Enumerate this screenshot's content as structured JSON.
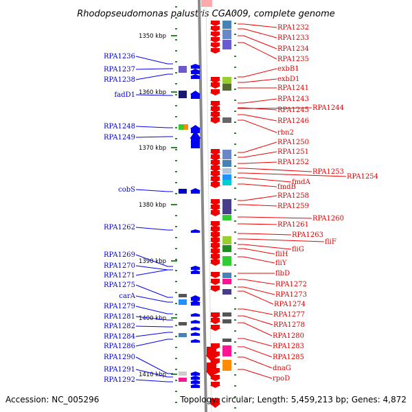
{
  "title": "Rhodopseudomonas palustris CGA009, complete genome",
  "footer": {
    "accession": "Accession: NC_005296",
    "topology": "Topology: circular; Length: 5,459,213 bp; Genes: 4,872"
  },
  "colors": {
    "forward_strand": "#0000ee",
    "reverse_strand": "#ee0000",
    "backbone": "#8a8a8a",
    "tick": "#228b22"
  },
  "scale_labels": [
    "1350 kbp",
    "1360 kbp",
    "1370 kbp",
    "1380 kbp",
    "1390 kbp",
    "1400 kbp",
    "1410 kbp"
  ],
  "forward_genes": [
    "RPA1236",
    "RPA1237",
    "RPA1238",
    "fadD1",
    "RPA1248",
    "RPA1249",
    "cobS",
    "RPA1262",
    "RPA1269",
    "RPA1270",
    "RPA1271",
    "RPA1275",
    "carA",
    "RPA1279",
    "RPA1281",
    "RPA1282",
    "RPA1284",
    "RPA1286",
    "RPA1290",
    "RPA1291",
    "RPA1292"
  ],
  "reverse_genes": [
    "RPA1232",
    "RPA1233",
    "RPA1234",
    "RPA1235",
    "exbB1",
    "exbD1",
    "RPA1241",
    "RPA1243",
    "RPA1244",
    "RPA1245",
    "RPA1246",
    "rbn2",
    "RPA1250",
    "RPA1251",
    "RPA1252",
    "RPA1253",
    "RPA1254",
    "fmdA",
    "fmdB",
    "RPA1258",
    "RPA1259",
    "RPA1260",
    "RPA1261",
    "RPA1263",
    "fliF",
    "fliG",
    "fliH",
    "fliY",
    "flbD",
    "RPA1272",
    "RPA1273",
    "RPA1274",
    "RPA1277",
    "RPA1278",
    "RPA1280",
    "RPA1283",
    "RPA1285",
    "dnaG",
    "rpoD"
  ]
}
